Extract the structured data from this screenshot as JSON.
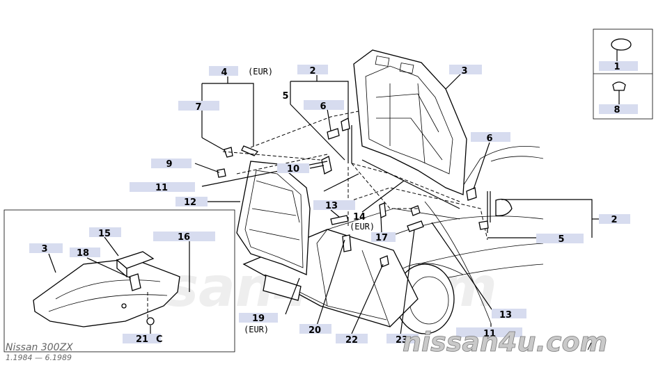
{
  "diagram": {
    "callouts": [
      {
        "id": "c4",
        "label": "4"
      },
      {
        "id": "c4n",
        "label": "(EUR)"
      },
      {
        "id": "c2a",
        "label": "2"
      },
      {
        "id": "c3a",
        "label": "3"
      },
      {
        "id": "c5a",
        "label": "5"
      },
      {
        "id": "c6a",
        "label": "6"
      },
      {
        "id": "c7",
        "label": "7"
      },
      {
        "id": "c9",
        "label": "9"
      },
      {
        "id": "c10",
        "label": "10"
      },
      {
        "id": "c11a",
        "label": "11"
      },
      {
        "id": "c12",
        "label": "12"
      },
      {
        "id": "c13a",
        "label": "13"
      },
      {
        "id": "c14",
        "label": "14"
      },
      {
        "id": "c14n",
        "label": "(EUR)"
      },
      {
        "id": "c17",
        "label": "17"
      },
      {
        "id": "c6b",
        "label": "6"
      },
      {
        "id": "c2b",
        "label": "2"
      },
      {
        "id": "c5b",
        "label": "5"
      },
      {
        "id": "c1",
        "label": "1"
      },
      {
        "id": "c8",
        "label": "8"
      },
      {
        "id": "c3b",
        "label": "3"
      },
      {
        "id": "c15",
        "label": "15"
      },
      {
        "id": "c16",
        "label": "16"
      },
      {
        "id": "c18",
        "label": "18"
      },
      {
        "id": "c21",
        "label": "21"
      },
      {
        "id": "c21n",
        "label": "C"
      },
      {
        "id": "c19",
        "label": "19"
      },
      {
        "id": "c19n",
        "label": "(EUR)"
      },
      {
        "id": "c20",
        "label": "20"
      },
      {
        "id": "c22",
        "label": "22"
      },
      {
        "id": "c23",
        "label": "23"
      },
      {
        "id": "c11b",
        "label": "11"
      },
      {
        "id": "c13b",
        "label": "13"
      }
    ]
  },
  "watermark": {
    "large": "nissan4u.com",
    "faint": "nissan4u.com"
  },
  "footer": {
    "model": "Nissan 300ZX",
    "dates": "1.1984 — 6.1989",
    "page_mark": "/"
  }
}
